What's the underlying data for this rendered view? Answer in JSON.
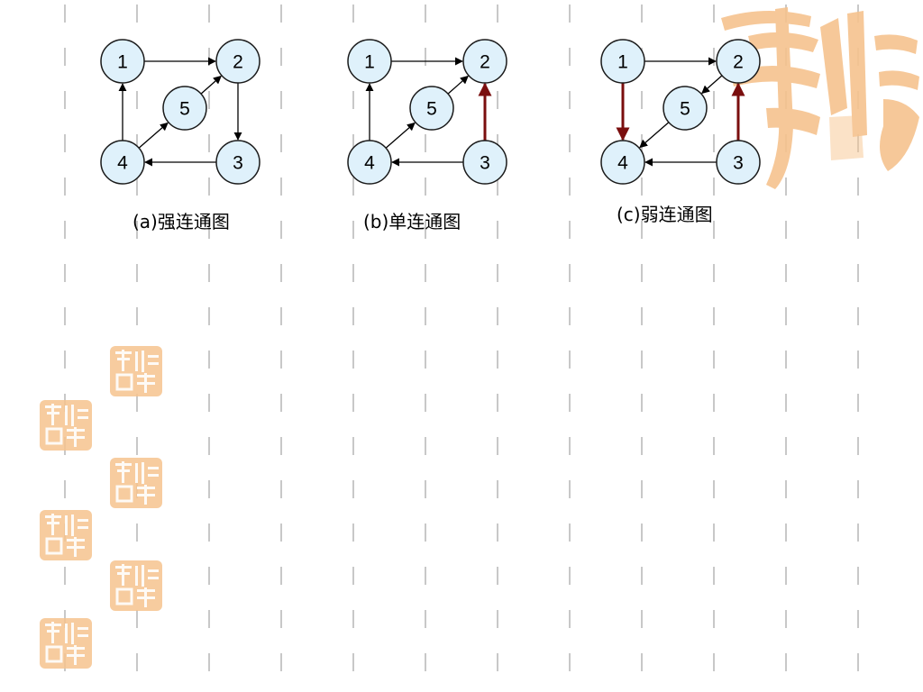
{
  "colors": {
    "node_fill": "#dff1fb",
    "node_stroke": "#1a1a1a",
    "edge_normal": "#000000",
    "edge_highlight": "#7a0e0e",
    "dash": "#c8c8c8",
    "seal": "#f6c38e"
  },
  "graphs": [
    {
      "id": "a",
      "caption": "(a)强连通图",
      "nodes": [
        "1",
        "2",
        "3",
        "4",
        "5"
      ],
      "edges": [
        {
          "from": "1",
          "to": "2",
          "highlight": false
        },
        {
          "from": "2",
          "to": "3",
          "highlight": false
        },
        {
          "from": "3",
          "to": "4",
          "highlight": false
        },
        {
          "from": "4",
          "to": "1",
          "highlight": false
        },
        {
          "from": "4",
          "to": "5",
          "highlight": false
        },
        {
          "from": "5",
          "to": "2",
          "highlight": false
        }
      ]
    },
    {
      "id": "b",
      "caption": "(b)单连通图",
      "nodes": [
        "1",
        "2",
        "3",
        "4",
        "5"
      ],
      "edges": [
        {
          "from": "1",
          "to": "2",
          "highlight": false
        },
        {
          "from": "3",
          "to": "2",
          "highlight": true
        },
        {
          "from": "3",
          "to": "4",
          "highlight": false
        },
        {
          "from": "4",
          "to": "1",
          "highlight": false
        },
        {
          "from": "4",
          "to": "5",
          "highlight": false
        },
        {
          "from": "5",
          "to": "2",
          "highlight": false
        }
      ]
    },
    {
      "id": "c",
      "caption": "(c)弱连通图",
      "nodes": [
        "1",
        "2",
        "3",
        "4",
        "5"
      ],
      "edges": [
        {
          "from": "1",
          "to": "2",
          "highlight": false
        },
        {
          "from": "1",
          "to": "4",
          "highlight": true
        },
        {
          "from": "3",
          "to": "2",
          "highlight": true
        },
        {
          "from": "3",
          "to": "4",
          "highlight": false
        },
        {
          "from": "2",
          "to": "5",
          "highlight": false
        },
        {
          "from": "5",
          "to": "4",
          "highlight": false
        }
      ]
    }
  ],
  "decor": {
    "seal_text": "吉祥如意",
    "seal_count_small": 6
  }
}
